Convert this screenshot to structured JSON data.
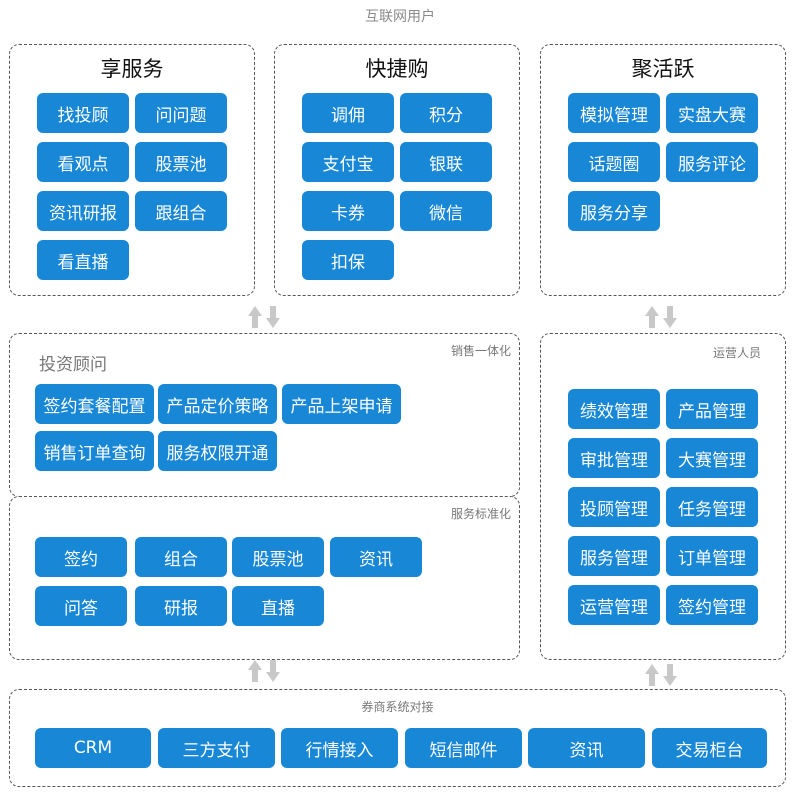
{
  "top_label": "互联网用户",
  "enjoy": {
    "title": "享服务",
    "buttons": [
      "找投顾",
      "问问题",
      "看观点",
      "股票池",
      "资讯研报",
      "跟组合",
      "看直播"
    ]
  },
  "shop": {
    "title": "快捷购",
    "buttons": [
      "调佣",
      "积分",
      "支付宝",
      "银联",
      "卡券",
      "微信",
      "扣保"
    ]
  },
  "active": {
    "title": "聚活跃",
    "buttons": [
      "模拟管理",
      "实盘大赛",
      "话题圈",
      "服务评论",
      "服务分享"
    ]
  },
  "sales": {
    "corner_label": "销售一体化",
    "sub_label": "投资顾问",
    "buttons": [
      "签约套餐配置",
      "产品定价策略",
      "产品上架申请",
      "销售订单查询",
      "服务权限开通"
    ]
  },
  "standard": {
    "corner_label": "服务标准化",
    "buttons": [
      "签约",
      "组合",
      "股票池",
      "资讯",
      "问答",
      "研报",
      "直播"
    ]
  },
  "ops": {
    "corner_label": "运营人员",
    "buttons": [
      "绩效管理",
      "产品管理",
      "审批管理",
      "大赛管理",
      "投顾管理",
      "任务管理",
      "服务管理",
      "订单管理",
      "运营管理",
      "签约管理"
    ]
  },
  "broker": {
    "label": "券商系统对接",
    "buttons": [
      "CRM",
      "三方支付",
      "行情接入",
      "短信邮件",
      "资讯",
      "交易柜台"
    ]
  },
  "colors": {
    "button": "#1787d6",
    "arrow": "#c8c8c8",
    "border": "#555555"
  }
}
